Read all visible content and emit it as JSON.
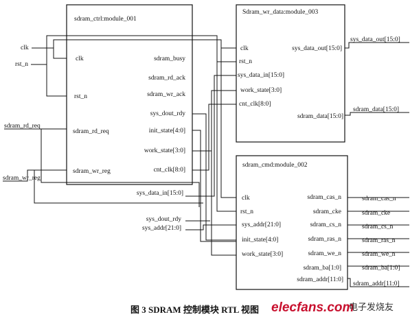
{
  "modules": {
    "ctrl": {
      "title": "sdram_ctrl:module_001",
      "in": [
        "clk",
        "rst_n",
        "sdram_rd_req",
        "sdram_wr_reg"
      ],
      "out": [
        "sdram_busy",
        "sdram_rd_ack",
        "sdram_wr_ack",
        "sys_dout_rdy",
        "init_state[4:0]",
        "work_state[3:0]",
        "cnt_clk[8:0]"
      ]
    },
    "wr": {
      "title": "Sdram_wr_data:module_003",
      "in": [
        "clk",
        "rst_n",
        "sys_data_in[15:0]",
        "work_state[3:0]",
        "cnt_clk[8:0]"
      ],
      "out": [
        "sys_data_out[15:0]",
        "sdram_data[15:0]"
      ]
    },
    "cmd": {
      "title": "sdram_cmd:module_002",
      "in": [
        "clk",
        "rst_n",
        "sys_addr[21:0]",
        "init_state[4:0]",
        "work_state[3:0]"
      ],
      "out": [
        "sdram_cas_n",
        "sdram_cke",
        "sdram_cs_n",
        "sdram_ras_n",
        "sdram_we_n",
        "sdram_ba[1:0]",
        "sdram_addr[11:0]"
      ]
    }
  },
  "ports_left": [
    "clk",
    "rst_n",
    "sdram_rd_req",
    "sdram_wr_reg"
  ],
  "ports_mid": [
    "sys_data_in[15:0]",
    "sys_dout_rdy",
    "sys_addr[21:0]"
  ],
  "ports_right": [
    "sys_data_out[15:0]",
    "sdram_data[15:0]",
    "sdram_cas_n",
    "sdram_cke",
    "sdram_cs_n",
    "sdram_ras_n",
    "sdram_we_n",
    "sdram_ba[1:0]",
    "sdram_addr[11:0]"
  ],
  "caption": "图 3   SDRAM 控制模块 RTL 视图",
  "watermark": {
    "brand": "elecfans.com",
    "cn": "电子发烧友"
  }
}
